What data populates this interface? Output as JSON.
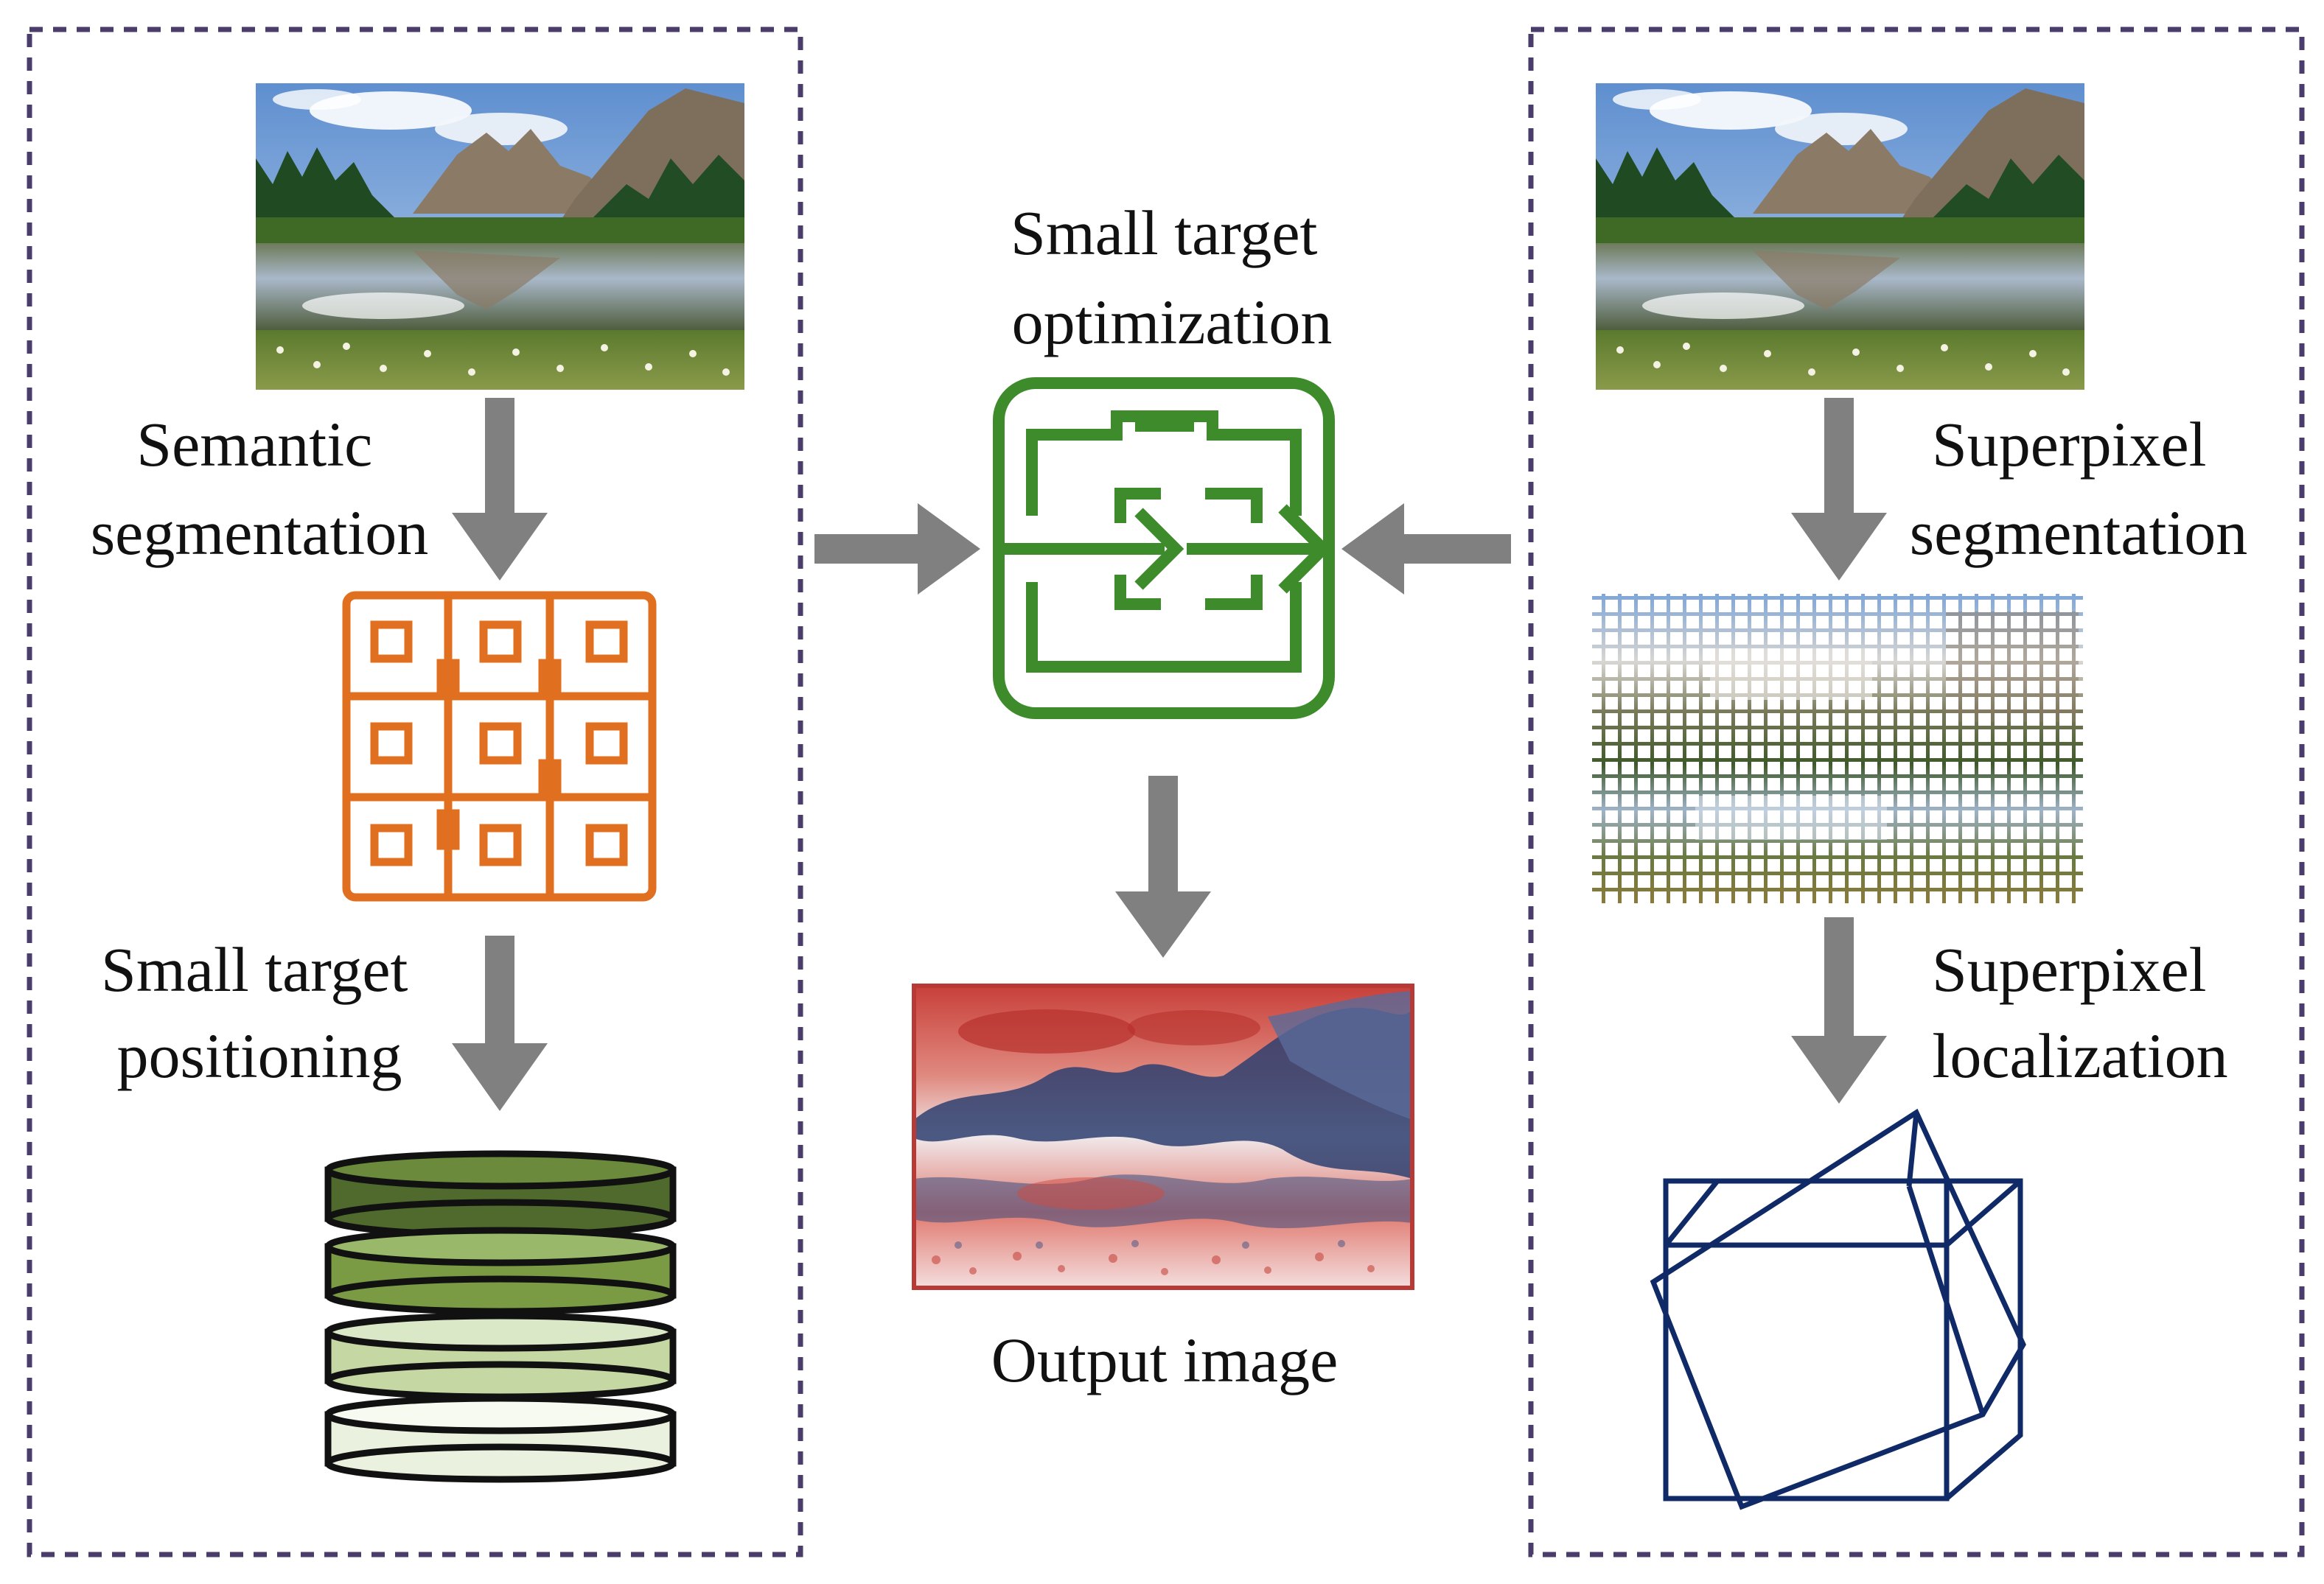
{
  "labels": {
    "semantic_segmentation": [
      "Semantic",
      "segmentation"
    ],
    "small_target_positioning": [
      "Small target",
      "positioning"
    ],
    "small_target_optimization": [
      "Small target",
      "optimization"
    ],
    "output_image": "Output image",
    "superpixel_segmentation": [
      "Superpixel",
      "segmentation"
    ],
    "superpixel_localization": [
      "Superpixel",
      "localization"
    ]
  },
  "colors": {
    "frame": "#4a3d6b",
    "arrow": "#808080",
    "segmentation_icon": "#e07020",
    "optimization_icon": "#3d8b2a",
    "localization_icon": "#0f2a66",
    "stack_layers": [
      "#4f6a2c",
      "#7a9a44",
      "#c5d8a4",
      "#eaf2df"
    ],
    "heatmap_warm": "#cc3c38",
    "heatmap_cool": "#2e3f70"
  },
  "icons": {
    "input_image": "landscape-photo",
    "semantic_segmentation": "grid-modules-icon",
    "small_target_positioning": "layer-stack-icon",
    "small_target_optimization": "transfer-arrows-icon",
    "output_image": "heatmap-image",
    "superpixel_segmentation": "superpixel-grid-image",
    "superpixel_localization": "wireframe-cube-icon"
  }
}
